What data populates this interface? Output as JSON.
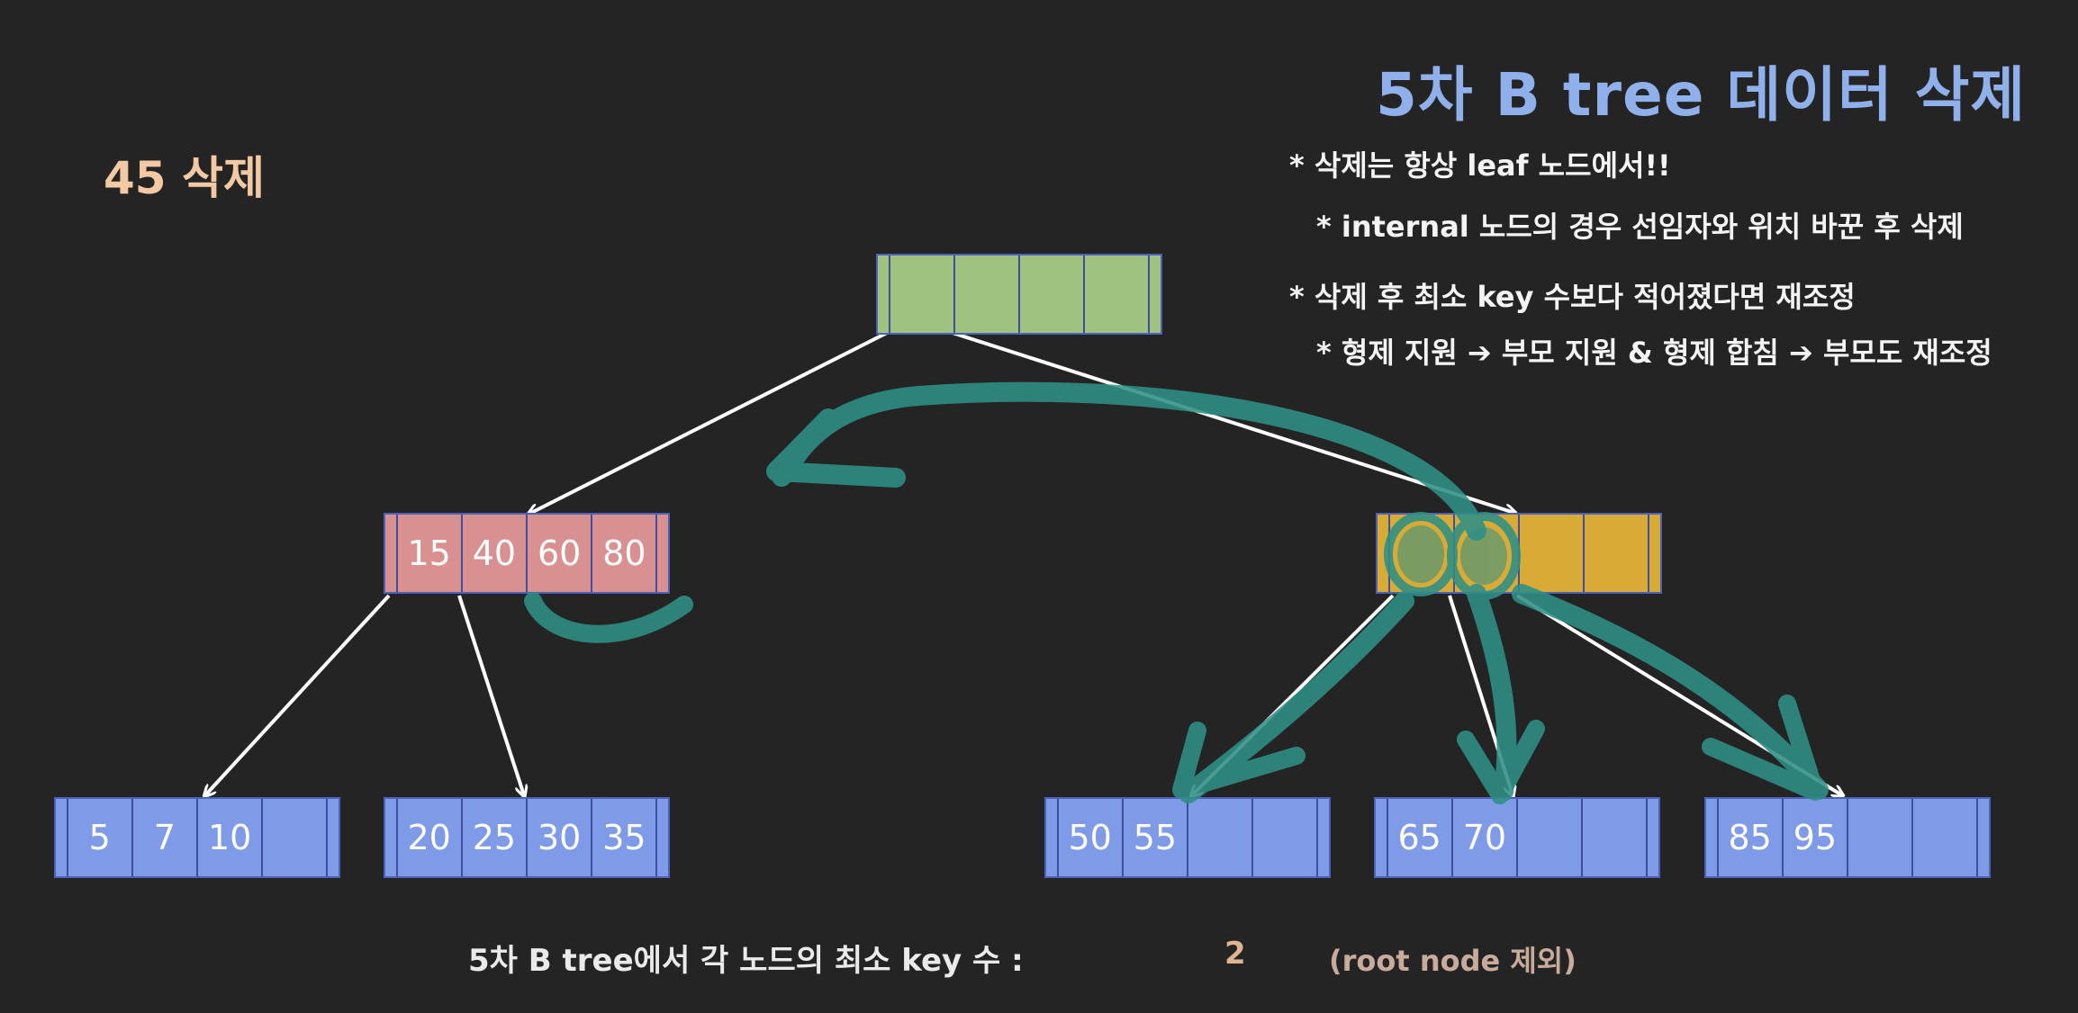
{
  "title": "5차 B tree 데이터 삭제",
  "subtitle": "45 삭제",
  "notes": [
    "* 삭제는 항상 leaf 노드에서!!",
    "* internal 노드의 경우 선임자와 위치 바꾼 후 삭제",
    "* 삭제 후 최소 key 수보다 적어졌다면 재조정",
    "* 형제 지원 ➔ 부모 지원 & 형제 합침 ➔ 부모도 재조정"
  ],
  "footer": {
    "label": "5차 B tree에서 각 노드의 최소 key 수 :",
    "value": "2",
    "note": "(root node 제외)"
  },
  "colors": {
    "background": "#252425",
    "title": "#8fb0ea",
    "subtitle": "#f2c9a2",
    "root": "#9fc37f",
    "internal_left": "#d99090",
    "internal_right": "#d8ab36",
    "leaf": "#7f9ae6",
    "annotation": "#2f8f86"
  },
  "tree": {
    "root": {
      "keys": [
        "",
        "",
        "",
        ""
      ]
    },
    "internal_left": {
      "keys": [
        "15",
        "40",
        "60",
        "80"
      ]
    },
    "internal_right": {
      "keys": [
        "",
        "",
        "",
        ""
      ]
    },
    "leaves": [
      {
        "keys": [
          "5",
          "7",
          "10",
          ""
        ]
      },
      {
        "keys": [
          "20",
          "25",
          "30",
          "35"
        ]
      },
      {
        "keys": [
          "50",
          "55",
          "",
          ""
        ]
      },
      {
        "keys": [
          "65",
          "70",
          "",
          ""
        ]
      },
      {
        "keys": [
          "85",
          "95",
          "",
          ""
        ]
      }
    ]
  }
}
